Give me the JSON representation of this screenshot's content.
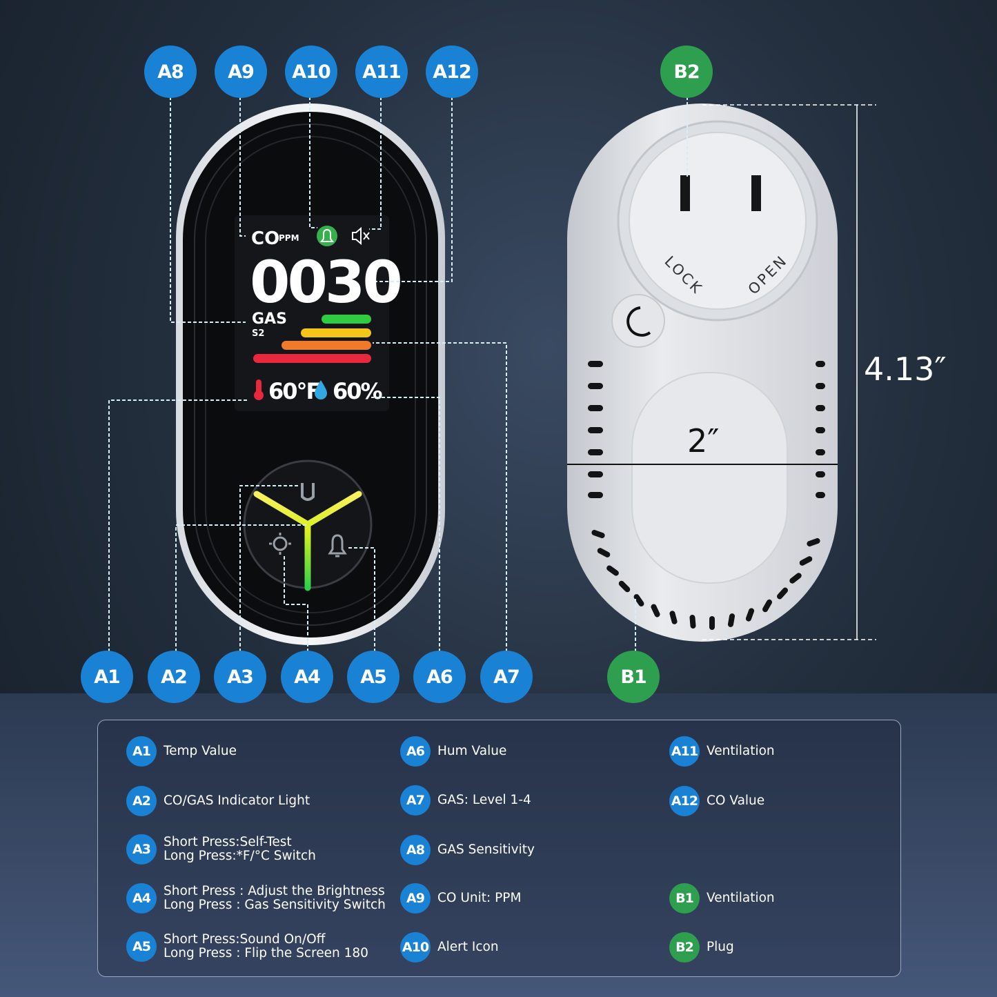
{
  "colors": {
    "badge_blue": "#1a82d4",
    "badge_green": "#2e9e4f",
    "bar_green": "#2ecc40",
    "bar_yellow": "#f5c518",
    "bar_orange": "#f07a2a",
    "bar_red": "#e8283c"
  },
  "callouts_top": [
    "A8",
    "A9",
    "A10",
    "A11",
    "A12"
  ],
  "callouts_bottom": [
    "A1",
    "A2",
    "A3",
    "A4",
    "A5",
    "A6",
    "A7"
  ],
  "callouts_back": [
    "B2",
    "B1"
  ],
  "screen": {
    "co_label": "CO",
    "ppm_label": "PPM",
    "co_value": "0030",
    "gas_label": "GAS",
    "sensitivity": "S2",
    "temp": "60°F",
    "humidity": "60%",
    "gas_level_bars": 4
  },
  "plug_labels": {
    "lock": "LOCK",
    "open": "OPEN"
  },
  "dimensions": {
    "height": "4.13″",
    "width": "2″"
  },
  "legend": {
    "col1": [
      {
        "id": "A1",
        "lines": [
          "Temp Value"
        ]
      },
      {
        "id": "A2",
        "lines": [
          "CO/GAS Indicator Light"
        ]
      },
      {
        "id": "A3",
        "lines": [
          "Short Press:Self-Test",
          "Long Press:*F/°C Switch"
        ]
      },
      {
        "id": "A4",
        "lines": [
          "Short Press : Adjust the Brightness",
          "Long Press : Gas Sensitivity Switch"
        ]
      },
      {
        "id": "A5",
        "lines": [
          "Short Press:Sound On/Off",
          "Long Press : Flip the Screen 180"
        ]
      }
    ],
    "col2": [
      {
        "id": "A6",
        "lines": [
          "Hum Value"
        ]
      },
      {
        "id": "A7",
        "lines": [
          "GAS: Level 1-4"
        ]
      },
      {
        "id": "A8",
        "lines": [
          "GAS Sensitivity"
        ]
      },
      {
        "id": "A9",
        "lines": [
          "CO Unit: PPM"
        ]
      },
      {
        "id": "A10",
        "lines": [
          "Alert Icon"
        ]
      }
    ],
    "col3": [
      {
        "id": "A11",
        "lines": [
          "Ventilation"
        ]
      },
      {
        "id": "A12",
        "lines": [
          "CO Value"
        ]
      },
      {
        "id": "B1",
        "lines": [
          "Ventilation"
        ]
      },
      {
        "id": "B2",
        "lines": [
          "Plug"
        ]
      }
    ]
  }
}
